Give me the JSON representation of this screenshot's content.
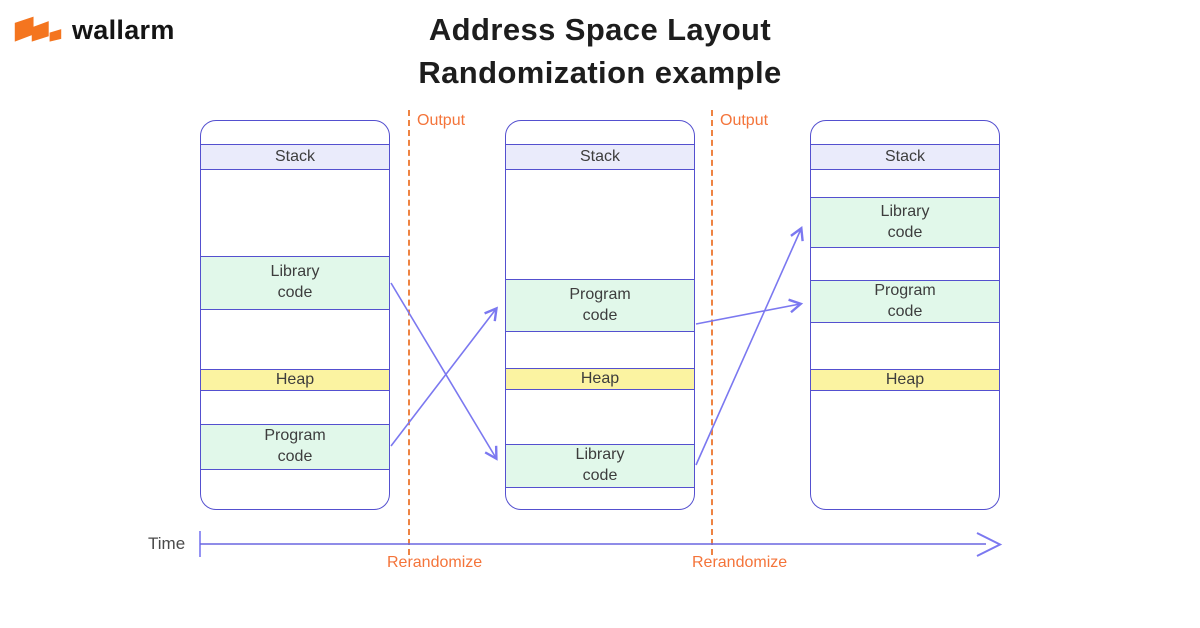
{
  "brand": {
    "name": "wallarm",
    "logo_color": "#f4751f"
  },
  "title": {
    "line1": "Address Space Layout",
    "line2": "Randomization example"
  },
  "labels": {
    "time_axis": "Time",
    "output_1": "Output",
    "output_2": "Output",
    "rerandomize_1": "Rerandomize",
    "rerandomize_2": "Rerandomize"
  },
  "colors": {
    "map_border": "#5450cf",
    "arrow": "#7b78f0",
    "stack_fill": "#eaebfb",
    "code_fill": "#e1f8ea",
    "heap_fill": "#fbf3a1",
    "event_orange": "#f4743a",
    "logo_orange": "#f4751f"
  },
  "diagram": {
    "columns": [
      {
        "name": "initial-layout",
        "segments": [
          {
            "type": "stack",
            "label": "Stack"
          },
          {
            "type": "library",
            "label": "Library\ncode"
          },
          {
            "type": "heap",
            "label": "Heap"
          },
          {
            "type": "program",
            "label": "Program\ncode"
          }
        ]
      },
      {
        "name": "after-first-rerandomization",
        "segments": [
          {
            "type": "stack",
            "label": "Stack"
          },
          {
            "type": "program",
            "label": "Program\ncode"
          },
          {
            "type": "heap",
            "label": "Heap"
          },
          {
            "type": "library",
            "label": "Library\ncode"
          }
        ]
      },
      {
        "name": "after-second-rerandomization",
        "segments": [
          {
            "type": "stack",
            "label": "Stack"
          },
          {
            "type": "library",
            "label": "Library\ncode"
          },
          {
            "type": "program",
            "label": "Program\ncode"
          },
          {
            "type": "heap",
            "label": "Heap"
          }
        ]
      }
    ],
    "arrows": [
      {
        "name": "library-code-move-1",
        "from": "column1.library",
        "to": "column2.library"
      },
      {
        "name": "program-code-move-1",
        "from": "column1.program",
        "to": "column2.program"
      },
      {
        "name": "program-code-move-2",
        "from": "column2.program",
        "to": "column3.program"
      },
      {
        "name": "library-code-move-2",
        "from": "column2.library",
        "to": "column3.library"
      }
    ]
  }
}
